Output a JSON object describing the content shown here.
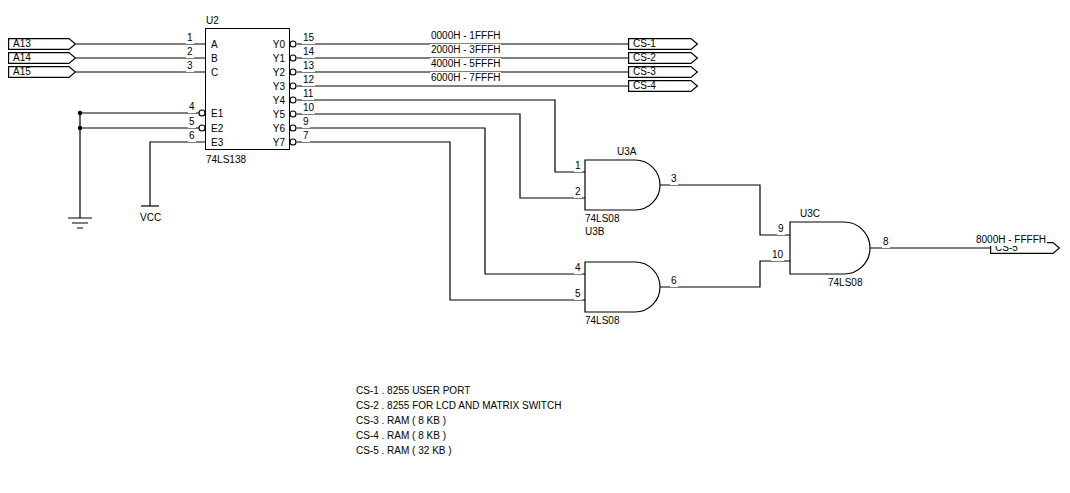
{
  "diagram": {
    "nodes": [
      {
        "text": [
          "A13"
        ]
      },
      {
        "text": [
          "A14"
        ]
      },
      {
        "text": [
          "A15"
        ]
      },
      {
        "text": [
          "U2",
          "A",
          "B",
          "C",
          "E1",
          "E2",
          "E3",
          "Y0",
          "Y1",
          "Y2",
          "Y3",
          "Y4",
          "Y5",
          "Y6",
          "Y7",
          "74LS138"
        ]
      },
      {
        "text": [
          "CS-1"
        ]
      },
      {
        "text": [
          "CS-2"
        ]
      },
      {
        "text": [
          "CS-3"
        ]
      },
      {
        "text": [
          "CS-4"
        ]
      },
      {
        "text": [
          "U3A",
          "74LS08"
        ]
      },
      {
        "text": [
          "U3B",
          "74LS08"
        ]
      },
      {
        "text": [
          "U3C",
          "74LS08"
        ]
      },
      {
        "text": [
          "CS-5"
        ]
      }
    ],
    "edges": [
      {
        "from": 0,
        "to": 3,
        "arrow": "none"
      },
      {
        "from": 1,
        "to": 3,
        "arrow": "none"
      },
      {
        "from": 2,
        "to": 3,
        "arrow": "none"
      },
      {
        "from": 3,
        "to": 4,
        "arrow": "none",
        "label": "0000H - 1FFFH"
      },
      {
        "from": 3,
        "to": 5,
        "arrow": "none",
        "label": "2000H - 3FFFH"
      },
      {
        "from": 3,
        "to": 6,
        "arrow": "none",
        "label": "4000H - 5FFFH"
      },
      {
        "from": 3,
        "to": 7,
        "arrow": "none",
        "label": "6000H - 7FFFH"
      },
      {
        "from": 3,
        "to": 8,
        "arrow": "none"
      },
      {
        "from": 3,
        "to": 8,
        "arrow": "none"
      },
      {
        "from": 3,
        "to": 9,
        "arrow": "none"
      },
      {
        "from": 3,
        "to": 9,
        "arrow": "none"
      },
      {
        "from": 8,
        "to": 10,
        "arrow": "none"
      },
      {
        "from": 9,
        "to": 10,
        "arrow": "none"
      },
      {
        "from": 10,
        "to": 11,
        "arrow": "none",
        "label": "8000H - FFFFH"
      }
    ],
    "labels": [
      "1",
      "2",
      "3",
      "4",
      "5",
      "6",
      "15",
      "14",
      "13",
      "12",
      "11",
      "10",
      "9",
      "7",
      "1",
      "2",
      "3",
      "4",
      "5",
      "6",
      "9",
      "10",
      "8",
      "VCC",
      "CS-1 . 8255 USER PORT",
      "CS-2 . 8255 FOR LCD AND MATRIX SWITCH",
      "CS-3 . RAM ( 8 KB )",
      "CS-4 . RAM ( 8 KB )",
      "CS-5 . RAM ( 32 KB )"
    ]
  }
}
